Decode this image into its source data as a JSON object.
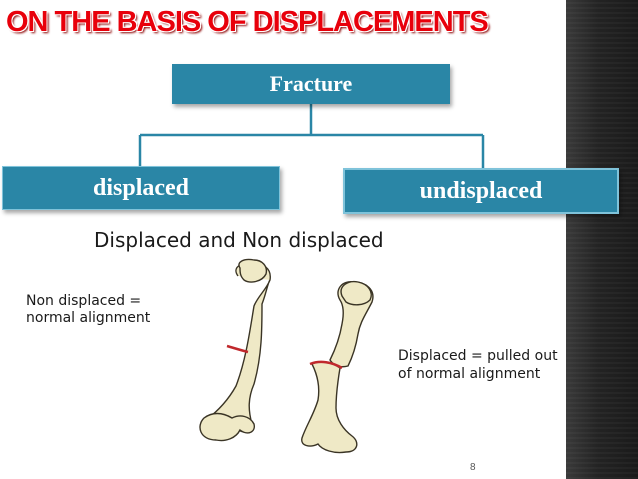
{
  "title": "ON THE BASIS OF DISPLACEMENTS",
  "diagram": {
    "root": "Fracture",
    "children": [
      "displaced",
      "undisplaced"
    ]
  },
  "figure": {
    "caption": "Displaced and Non displaced",
    "left_label": [
      "Non displaced =",
      "normal alignment"
    ],
    "right_label": [
      "Displaced = pulled out",
      "of normal alignment"
    ]
  },
  "page_number": "8",
  "colors": {
    "title": "#e8000b",
    "box": "#2a86a6",
    "connector": "#2a86a6",
    "bone": "#efe9c6",
    "fracture_line": "#c0282c"
  }
}
